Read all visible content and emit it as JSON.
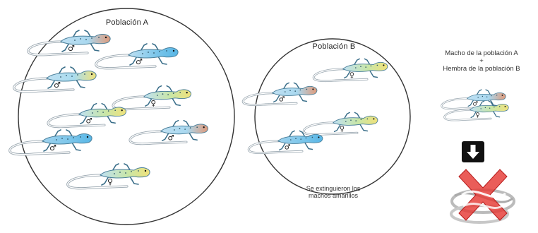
{
  "population_a": {
    "title": "Población A",
    "lizards": [
      {
        "colors": [
          "#bfe0f2",
          "#a9d8ef",
          "#e09a7a"
        ],
        "sex_symbol": "♂"
      },
      {
        "colors": [
          "#bfe0f2",
          "#7cc6ea",
          "#58b6e6"
        ],
        "sex_symbol": "♂"
      },
      {
        "colors": [
          "#bfe0f2",
          "#a9dcef",
          "#f0e27a"
        ],
        "sex_symbol": "♂"
      },
      {
        "colors": [
          "#bfe0f2",
          "#c8e6a8",
          "#f0e27a"
        ],
        "sex_symbol": "♀"
      },
      {
        "colors": [
          "#bfe0f2",
          "#c8e6a8",
          "#f0e27a"
        ],
        "sex_symbol": "♂"
      },
      {
        "colors": [
          "#bfe0f2",
          "#a9d8ef",
          "#e09a7a"
        ],
        "sex_symbol": "♂"
      },
      {
        "colors": [
          "#9fd2ee",
          "#7cc6ea",
          "#58b6e6"
        ],
        "sex_symbol": "♂"
      },
      {
        "colors": [
          "#bfe0f2",
          "#c8e6a8",
          "#f0e27a"
        ],
        "sex_symbol": "♀"
      }
    ]
  },
  "population_b": {
    "title": "Población B",
    "note_line1": "Se extinguieron los",
    "note_line2": "machos amarillos",
    "lizards": [
      {
        "colors": [
          "#bfe0f2",
          "#c8e6a8",
          "#f0e27a"
        ],
        "sex_symbol": "♀"
      },
      {
        "colors": [
          "#bfe0f2",
          "#a9d8ef",
          "#e09a7a"
        ],
        "sex_symbol": "♂"
      },
      {
        "colors": [
          "#bfe0f2",
          "#c8e6a8",
          "#f0e27a"
        ],
        "sex_symbol": "♀"
      },
      {
        "colors": [
          "#9fd2ee",
          "#7cc6ea",
          "#58b6e6"
        ],
        "sex_symbol": "♂"
      }
    ]
  },
  "cross": {
    "label_line1": "Macho de la población A",
    "label_line2": "+",
    "label_line3": "Hembra de la población B",
    "pair": [
      {
        "colors": [
          "#bfe0f2",
          "#a9d8ef",
          "#e09a7a"
        ],
        "sex_symbol": "♂"
      },
      {
        "colors": [
          "#bfe0f2",
          "#c8e6a8",
          "#f0e27a"
        ],
        "sex_symbol": "♀"
      }
    ],
    "arrow_icon": "down-arrow-icon",
    "result_icon": "cross-x-icon",
    "x_color": "#e53935"
  }
}
